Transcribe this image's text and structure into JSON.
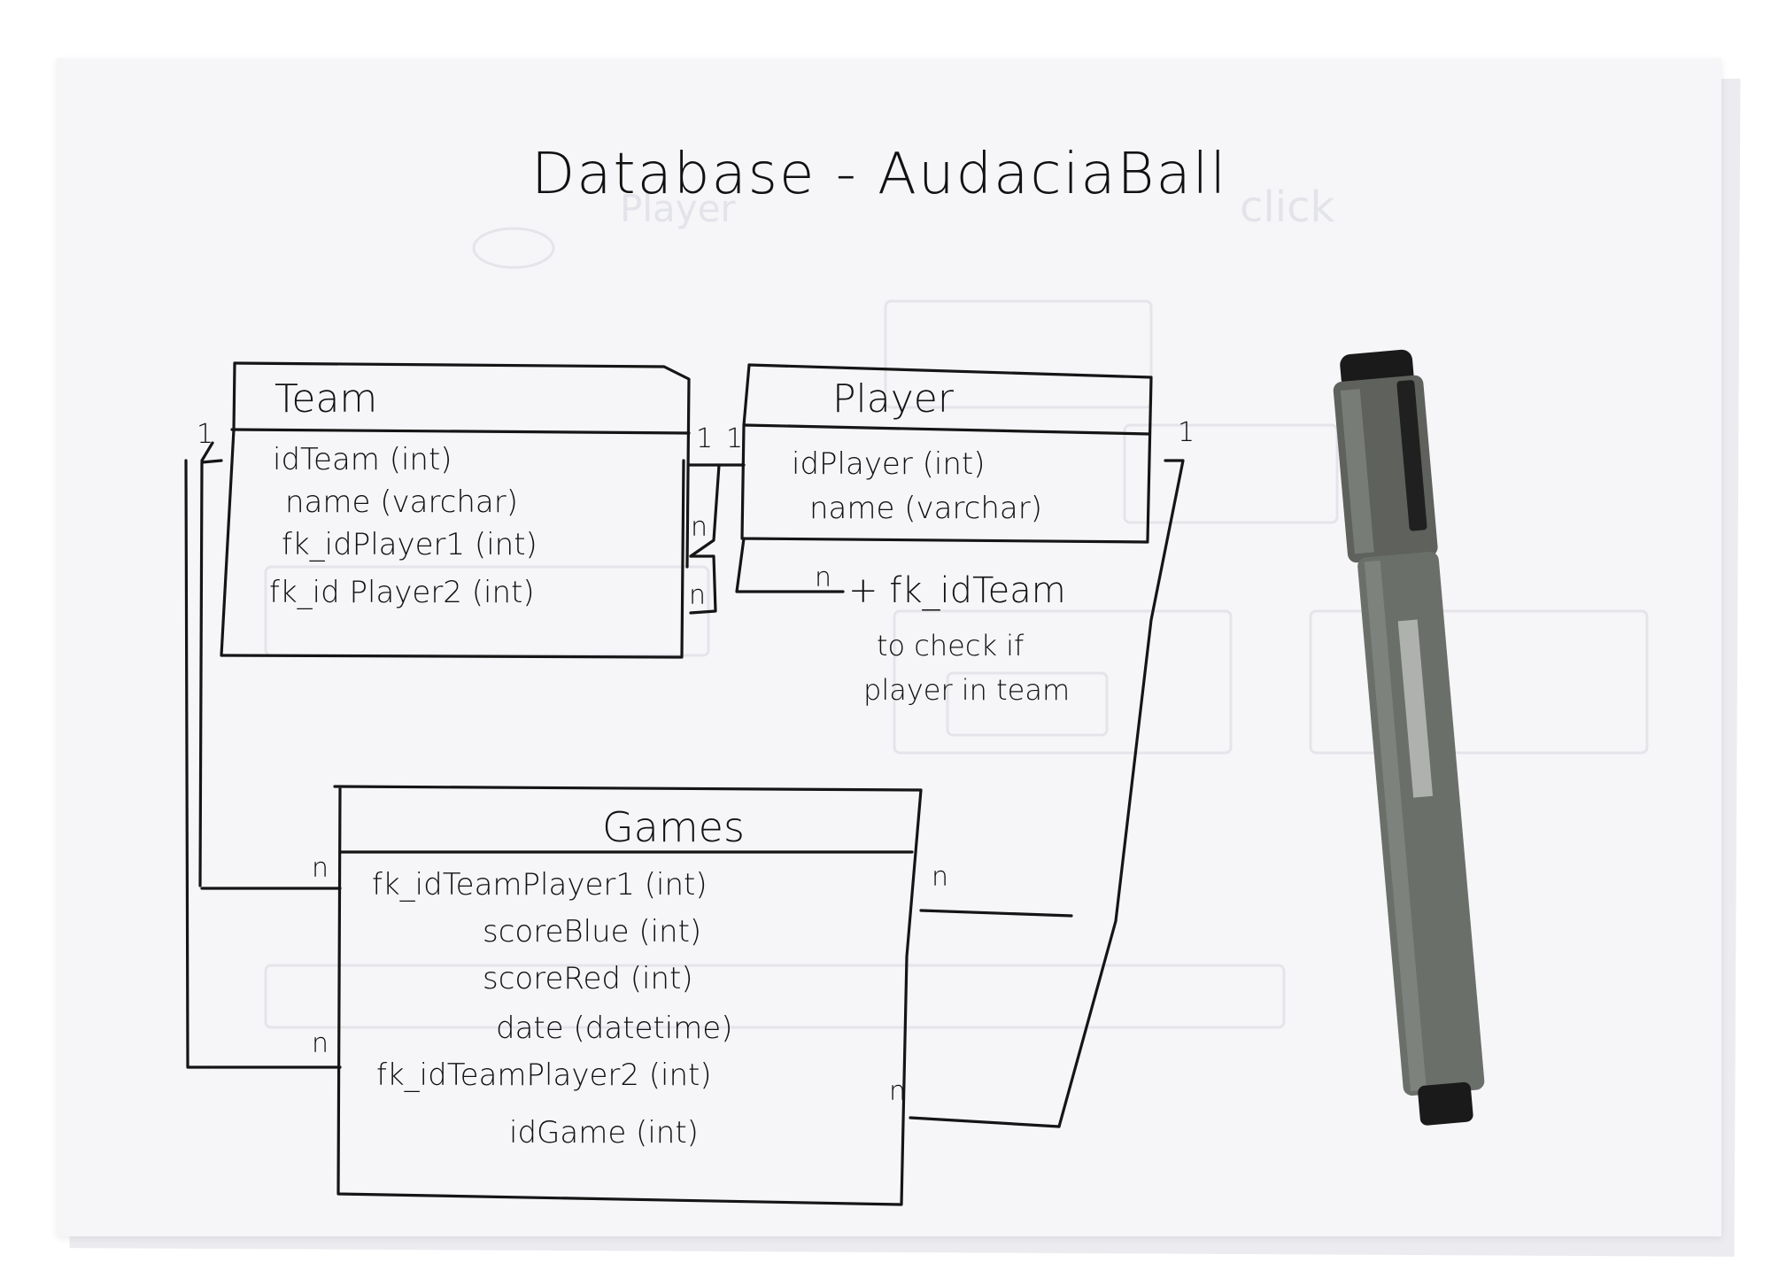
{
  "title": "Database - AudaciaBall",
  "tables": [
    {
      "name": "Team",
      "fields": [
        "idTeam (int)",
        "name (varchar)",
        "fk_idPlayer1 (int)",
        "fk_id Player2 (int)"
      ]
    },
    {
      "name": "Player",
      "fields": [
        "idPlayer (int)",
        "name (varchar)"
      ]
    },
    {
      "name": "Games",
      "fields": [
        "fk_idTeamPlayer1 (int)",
        "scoreBlue (int)",
        "scoreRed (int)",
        "date (datetime)",
        "fk_idTeamPlayer2 (int)",
        "idGame (int)"
      ]
    }
  ],
  "cardinality": {
    "one": "1",
    "many": "n"
  },
  "notes": {
    "fk_note": "+ fk_idTeam",
    "check_line1": "to check if",
    "check_line2": "player in team"
  },
  "colors": {
    "ink": "#151515",
    "paper": "#f6f6f9",
    "pen_body": "#6b6f6a",
    "pen_cap": "#1a1a1a"
  },
  "icons": {
    "pen": "pen-icon"
  }
}
